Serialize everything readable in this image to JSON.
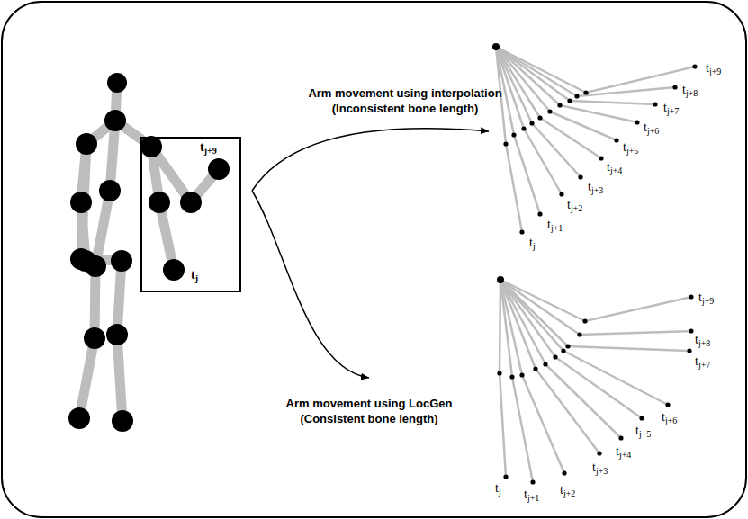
{
  "diagram": {
    "nodes": [
      {
        "text": [
          "tj+9",
          "tj"
        ]
      }
    ],
    "labels": [
      "Arm movement using interpolation",
      "(Inconsistent bone length)",
      "tj",
      "tj+1",
      "tj+2",
      "tj+3",
      "tj+4",
      "tj+5",
      "tj+6",
      "tj+7",
      "tj+8",
      "tj+9",
      "Arm movement using LocGen",
      "(Consistent bone length)",
      "tj",
      "tj+1",
      "tj+2",
      "tj+3",
      "tj+4",
      "tj+5",
      "tj+6",
      "tj+7",
      "tj+8",
      "tj+9"
    ]
  }
}
